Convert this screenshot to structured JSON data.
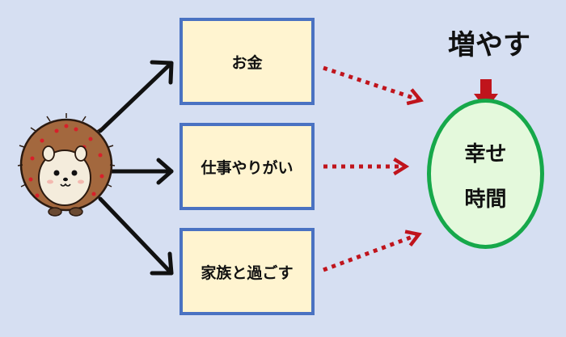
{
  "diagram": {
    "boxes": [
      {
        "label": "お金"
      },
      {
        "label": "仕事やりがい"
      },
      {
        "label": "家族と過ごす"
      }
    ],
    "goal": {
      "line1": "幸せ",
      "line2": "時間"
    },
    "action_label": "増やす",
    "colors": {
      "background": "#d6dff2",
      "box_fill": "#fff4d0",
      "box_border": "#4a72c2",
      "goal_border": "#16a84a",
      "goal_fill": "#e4f9dc",
      "arrow_red": "#c0141c",
      "arrow_black": "#111111"
    }
  }
}
